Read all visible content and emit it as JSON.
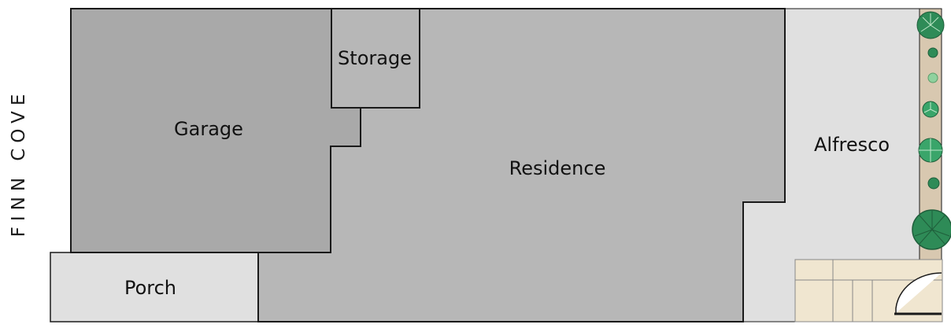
{
  "street": {
    "name": "FINN COVE"
  },
  "rooms": {
    "garage": "Garage",
    "storage": "Storage",
    "residence": "Residence",
    "alfresco": "Alfresco",
    "porch": "Porch"
  },
  "colors": {
    "garage_fill": "#a9a9a9",
    "residence_fill": "#b7b7b7",
    "outdoor_fill": "#e0e0e0",
    "garden_strip_fill": "#d8c8b0",
    "paving_fill": "#f0e6d0",
    "wall_stroke": "#1a1a1a",
    "plant_dark": "#2e8b57",
    "plant_light": "#8fd19e"
  }
}
